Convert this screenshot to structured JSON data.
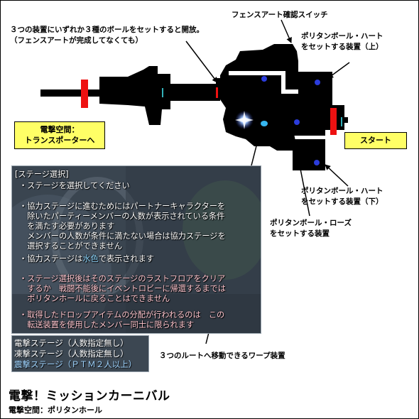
{
  "labels": {
    "fence_switch": "フェンスアート確認スイッチ",
    "door_note": [
      "３つの装置にいずれか３種のボールをセットすると開放。",
      "（フェンスアートが完成してなくても）"
    ],
    "heart_upper": [
      "ポリタンボール・ハート",
      "をセットする装置（上）"
    ],
    "heart_lower": [
      "ポリタンボール・ハート",
      "をセットする装置（下）"
    ],
    "rose": [
      "ポリタンボール・ローズ",
      "をセットする装置"
    ],
    "warp": "３つのルートへ移動できるワープ装置"
  },
  "transporter": [
    "電撃空間：",
    "トランスポーターへ"
  ],
  "start": "スタート",
  "dialog": {
    "title": "[ステージ選択]",
    "lines": [
      {
        "text": "・ステージを選択してください",
        "style": "white"
      },
      {
        "text": "",
        "style": "white"
      },
      {
        "text": "・協力ステージに進むためにはパートナーキャラクターを",
        "style": "white"
      },
      {
        "text": "　除いたパーティーメンバーの人数が表示されている条件",
        "style": "white"
      },
      {
        "text": "　を満たす必要があります",
        "style": "white"
      },
      {
        "text": "　メンバーの人数が条件に満たない場合は協力ステージを",
        "style": "white"
      },
      {
        "text": "　選択することができません",
        "style": "white"
      },
      {
        "text": "",
        "style": "white"
      },
      {
        "pre": "・協力ステージは",
        "hl": "水色",
        "post": "で表示されます",
        "style": "white"
      },
      {
        "text": "",
        "style": "white"
      },
      {
        "text": "・ステージ選択後はそのステージのラストフロアをクリア",
        "style": "pink"
      },
      {
        "text": "　するか　戦闘不能後にイベントロビーに帰還するまでは",
        "style": "pink"
      },
      {
        "text": "　ポリタンホールに戻ることはできません",
        "style": "pink"
      },
      {
        "text": "",
        "style": "pink"
      },
      {
        "text": "・取得したドロップアイテムの分配が行われるのは　この",
        "style": "pink"
      },
      {
        "text": "　転送装置を使用したメンバー同士に限られます",
        "style": "pink"
      }
    ]
  },
  "stages": [
    {
      "label": "電撃ステージ（人数指定無し）",
      "coop": false
    },
    {
      "label": "凍撃ステージ（人数指定無し）",
      "coop": false
    },
    {
      "label": "震撃ステージ（ＰＴＭ２人以上）",
      "coop": true
    }
  ],
  "title": "電撃！ミッションカーニバル",
  "subtitle": "電撃空間：ポリタンホール",
  "colors": {
    "map_fill": "#000000",
    "barrier": "#ee1111",
    "gate": "#33b0b8",
    "orb": "#2b3cdc",
    "warp_core": "#36b6f0",
    "label_box": "#ffff66",
    "coop_stage": "#9fd4ff"
  }
}
